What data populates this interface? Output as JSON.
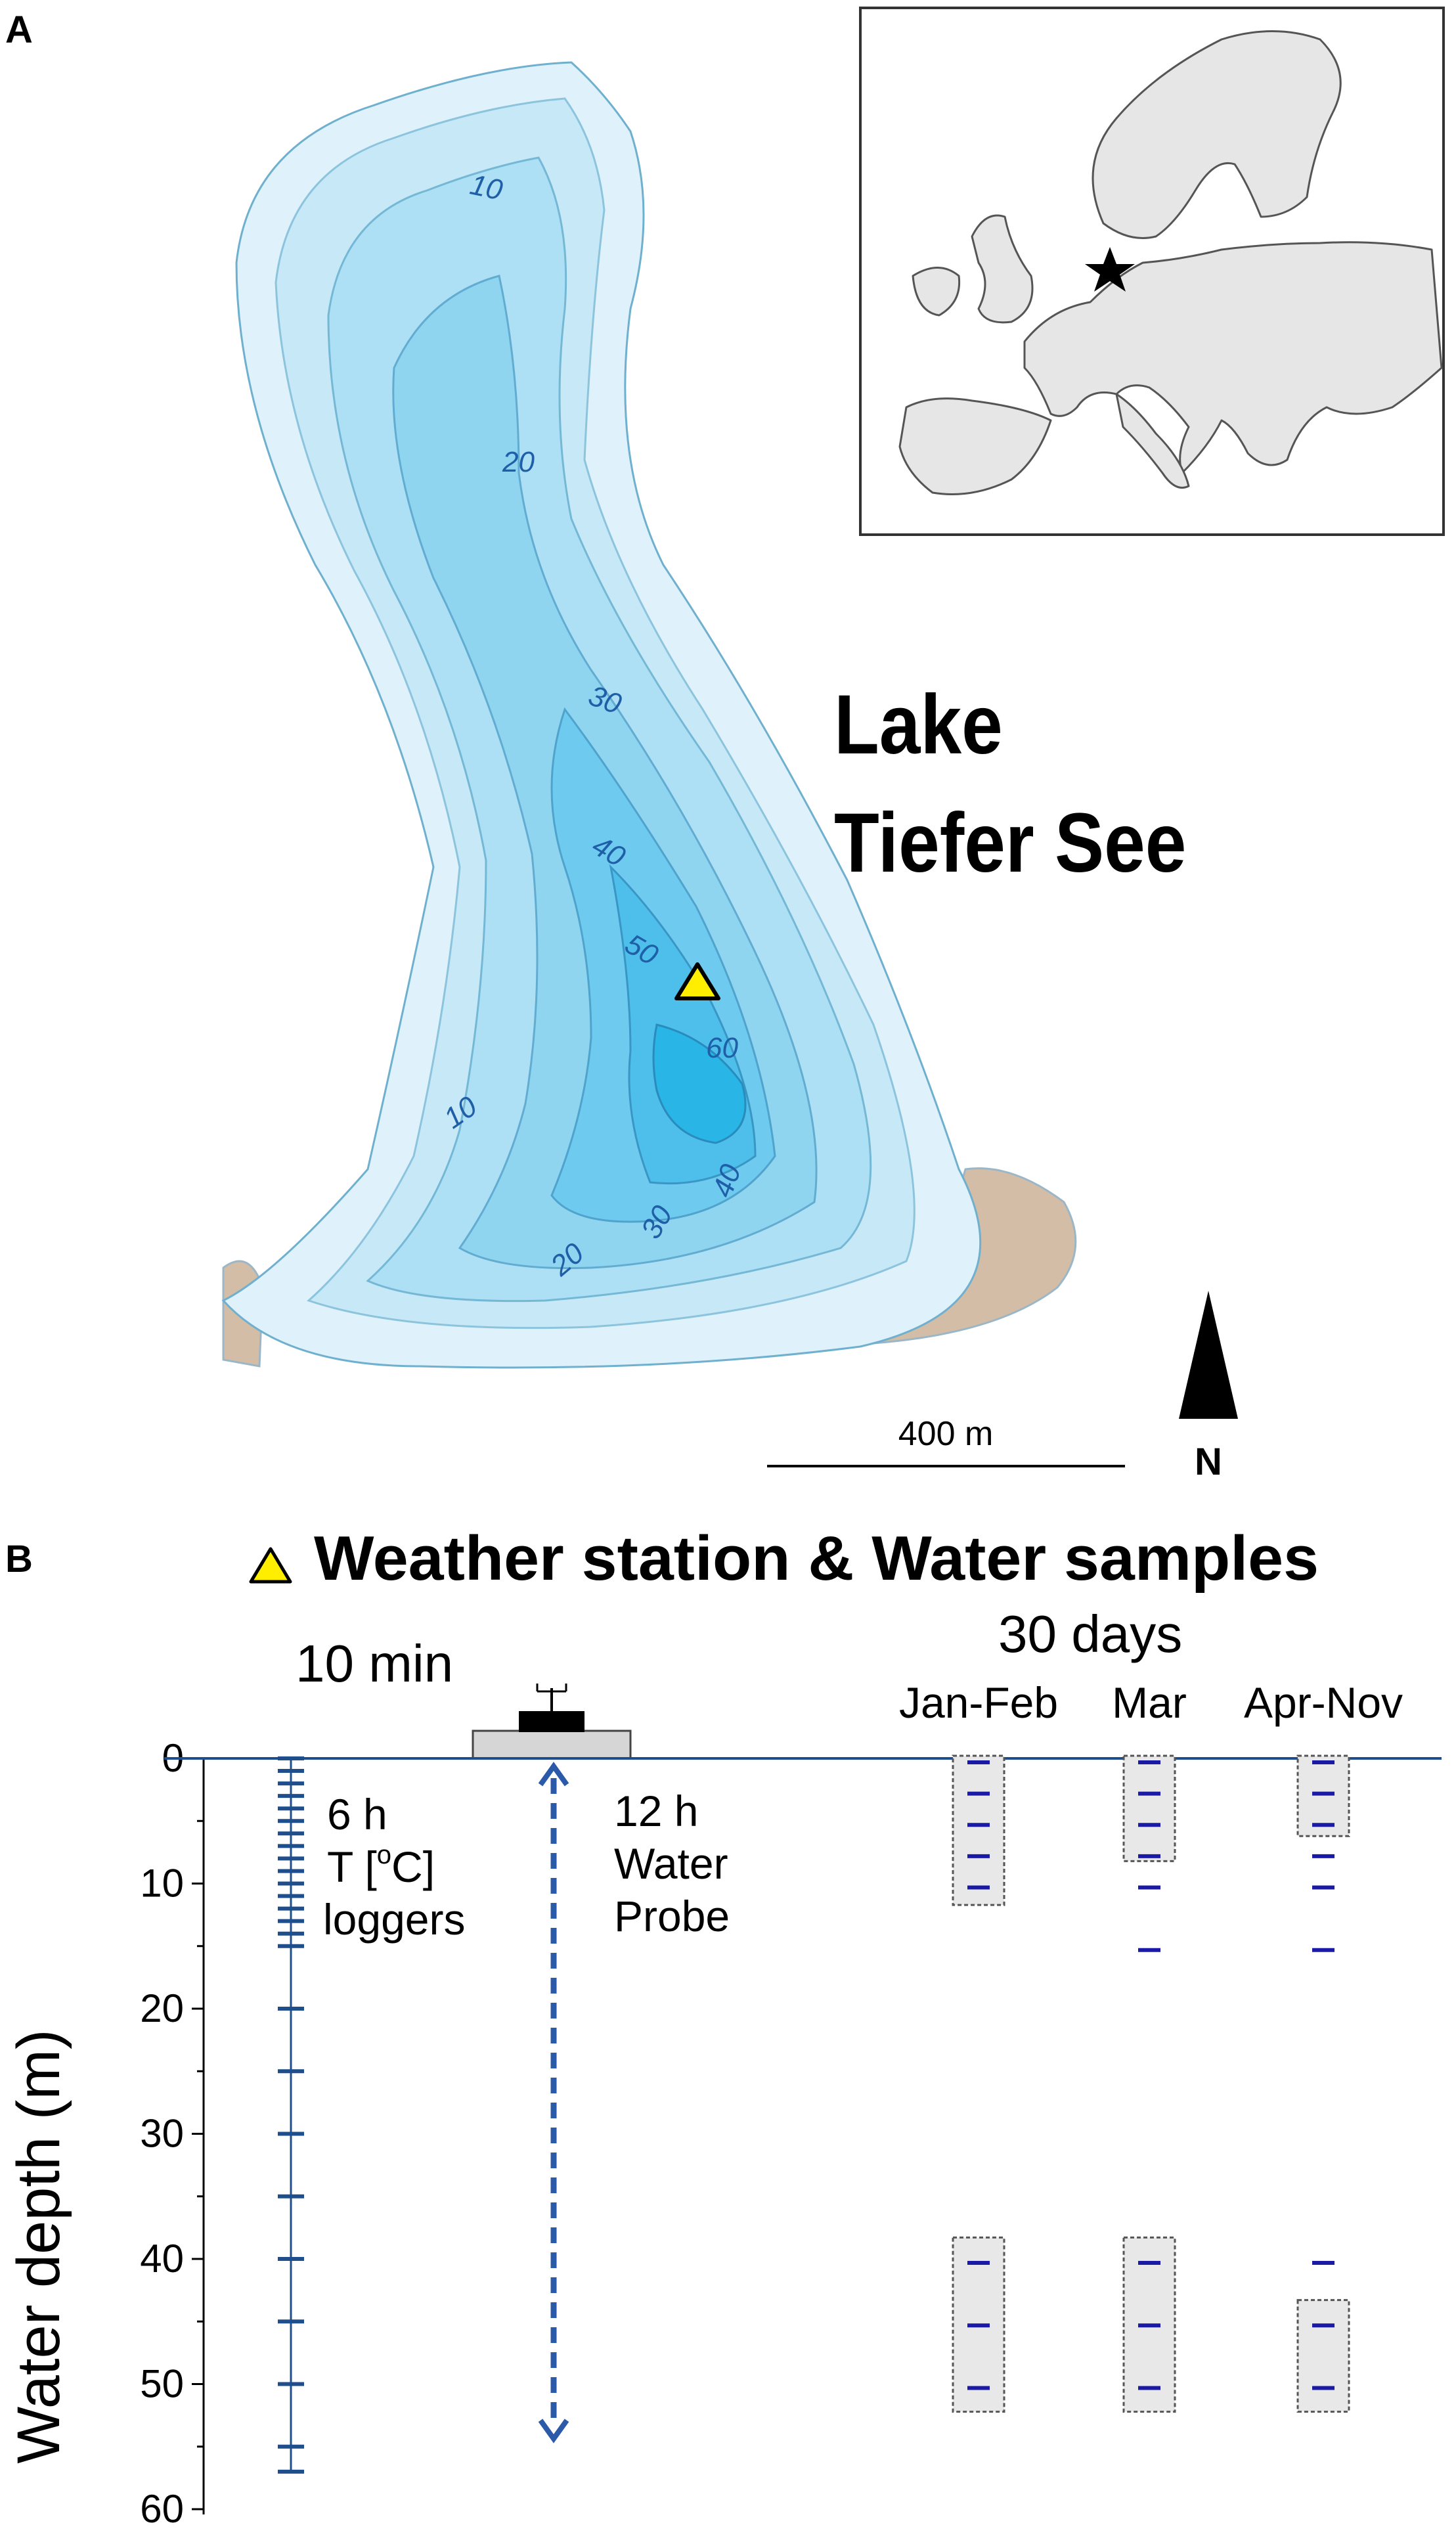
{
  "panel_a": {
    "letter": "A",
    "lake_name_line1": "Lake",
    "lake_name_line2": "Tiefer See",
    "contour_labels": [
      "10",
      "20",
      "30",
      "40",
      "50",
      "60",
      "40",
      "30",
      "20",
      "10"
    ],
    "scale_bar_label": "400 m",
    "north_label": "N",
    "inset": {
      "content": "outline map of Europe",
      "marker": "star"
    },
    "colors": {
      "shallow": "#dff1fb",
      "deep": "#29b5e6",
      "land": "#d4bda6",
      "contour_label": "#1f5fa8",
      "station_marker": "#ffee00"
    }
  },
  "panel_b": {
    "letter": "B",
    "legend_text": "Weather station & Water samples",
    "interval_weather": "10 min",
    "interval_samples": "30 days",
    "columns": [
      "Jan-Feb",
      "Mar",
      "Apr-Nov"
    ],
    "logger_interval": "6 h",
    "logger_label_t": "T [",
    "logger_label_deg": "o",
    "logger_label_c": "C]",
    "logger_label_loggers": "loggers",
    "probe_interval": "12 h",
    "probe_line1": "Water",
    "probe_line2": "Probe",
    "y_axis_label": "Water depth (m)",
    "y_ticks": [
      "0",
      "10",
      "20",
      "30",
      "40",
      "50",
      "60"
    ],
    "depth_range": [
      0,
      60
    ],
    "logger_depths_dense": [
      0,
      1,
      2,
      3,
      4,
      5,
      6,
      7,
      8,
      9,
      10,
      11,
      12,
      13,
      14,
      15
    ],
    "logger_depths_sparse": [
      20,
      25,
      30,
      35,
      40,
      45,
      50,
      55,
      57
    ],
    "probe_depth_range": [
      0,
      55
    ],
    "sample_depths": {
      "Jan-Feb": [
        0,
        2.5,
        5,
        7.5,
        10,
        40,
        45,
        50
      ],
      "Mar": [
        0,
        2.5,
        5,
        7.5,
        10,
        15,
        40,
        45,
        50
      ],
      "Apr-Nov": [
        0,
        2.5,
        5,
        7.5,
        10,
        15,
        40,
        45,
        50
      ]
    },
    "sample_boxes": {
      "Jan-Feb": [
        [
          0,
          11.5
        ],
        [
          38.5,
          52
        ]
      ],
      "Mar": [
        [
          0,
          8
        ],
        [
          38.5,
          52
        ]
      ],
      "Apr-Nov": [
        [
          0,
          6
        ],
        [
          43.5,
          52
        ]
      ]
    },
    "colors": {
      "water_line": "#1f4e8c",
      "sample_mark": "#1a1aa6",
      "probe_arrow": "#2b5aa8",
      "box_fill": "#e8e8e8"
    }
  }
}
